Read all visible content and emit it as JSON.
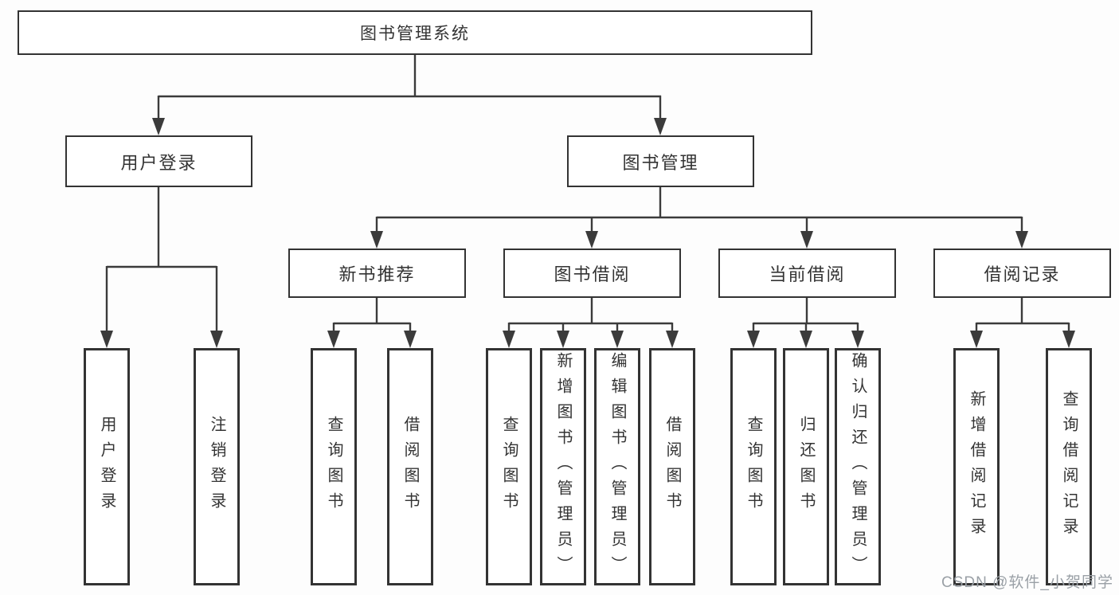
{
  "diagram": {
    "title": "图书管理系统",
    "root": {
      "label": "图书管理系统"
    },
    "level2": [
      {
        "id": "user-login",
        "label": "用户登录"
      },
      {
        "id": "book-management",
        "label": "图书管理"
      }
    ],
    "level3": [
      {
        "id": "new-book-recommend",
        "label": "新书推荐"
      },
      {
        "id": "book-borrow",
        "label": "图书借阅"
      },
      {
        "id": "current-borrow",
        "label": "当前借阅"
      },
      {
        "id": "borrow-record",
        "label": "借阅记录"
      }
    ],
    "leaves": {
      "user_login": [
        "用户登录",
        "注销登录"
      ],
      "new_book": [
        "查询图书",
        "借阅图书"
      ],
      "book_borrow": [
        "查询图书",
        "新增图书（管理员）",
        "编辑图书（管理员）",
        "借阅图书"
      ],
      "current_borrow": [
        "查询图书",
        "归还图书",
        "确认归还（管理员）"
      ],
      "borrow_record": [
        "新增借阅记录",
        "查询借阅记录"
      ]
    }
  },
  "watermark": "CSDN @软件_小贺同学",
  "colors": {
    "box_border": "#333333",
    "line": "#3b3b3b",
    "text": "#333333",
    "watermark": "#9aa0a6",
    "background": "#fdfdfd"
  }
}
